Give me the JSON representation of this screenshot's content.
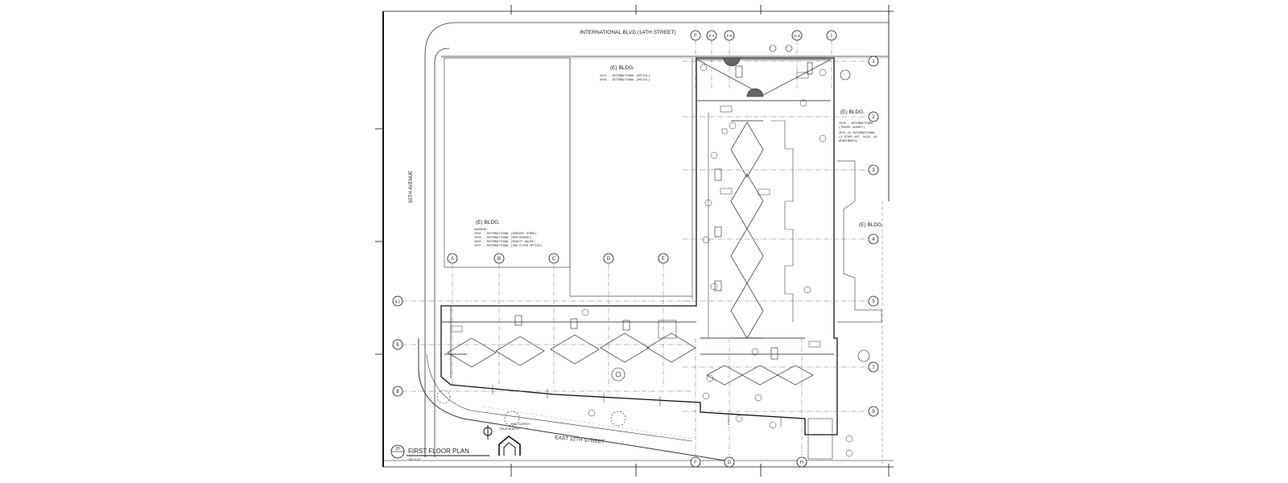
{
  "streets": {
    "north": "INTERNATIONAL BLVD (14TH STREET)",
    "south": "EAST 12TH STREET",
    "west": "55TH AVENUE"
  },
  "grid_columns_top": [
    "F",
    "F.3",
    "F.6",
    "G.9",
    "I"
  ],
  "grid_columns_mid": [
    "A",
    "B",
    "C",
    "D",
    "E"
  ],
  "grid_columns_bottom": [
    "F",
    "G",
    "H"
  ],
  "grid_rows_right": [
    "1",
    "2",
    "3",
    "4",
    "5",
    "7",
    "9"
  ],
  "grid_rows_left": [
    "5.1",
    "6",
    "8"
  ],
  "buildings": {
    "north": {
      "label": "(E) BLDG.",
      "lines": [
        "2511 - INTERNATIONAL (RETAIL)",
        "2509 - INTERNATIONAL (RETAIL)"
      ]
    },
    "west": {
      "label": "(E) BLDG.",
      "lines": [
        "ADDRESS:",
        "2501 - INTERNATIONAL (GROCERY STORE)",
        "2503 - INTERNATIONAL (RESTAURANT)",
        "2505 - INTERNATIONAL (BEAUTY SALON)",
        "2507 - INTERNATIONAL (2ND FLOOR OFFICE)"
      ]
    },
    "east": {
      "label": "(E) BLDG.",
      "lines": [
        "2509 - INTERNATIONAL",
        "(TRAVEL AGENCY)",
        "2521-23 INTERNATIONAL",
        "(2 STORY APT. BLDG.-10",
        "APARTMENTS)"
      ]
    },
    "far_east": {
      "label": "(E) BLDG."
    }
  },
  "north_arrow": {
    "true_label": "TRUE NORTH",
    "ref_label": "REF. NORTH"
  },
  "title_block": {
    "number": "20",
    "title": "FIRST FLOOR PLAN",
    "scale": "1/8\"=1'-0\""
  },
  "colors": {
    "line": "#1a1a1a",
    "light": "#8a8a8a",
    "background": "#ffffff"
  }
}
